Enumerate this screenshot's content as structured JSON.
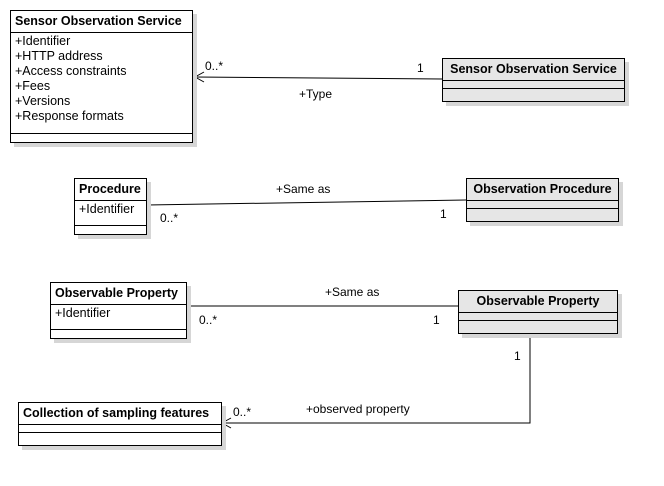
{
  "classes": {
    "sos": {
      "name": "Sensor Observation Service",
      "attributes": [
        "+Identifier",
        "+HTTP address",
        "+Access constraints",
        "+Fees",
        "+Versions",
        "+Response formats"
      ]
    },
    "sos_ext": {
      "name": "Sensor Observation Service"
    },
    "procedure": {
      "name": "Procedure",
      "attributes": [
        "+Identifier"
      ]
    },
    "obs_procedure": {
      "name": "Observation Procedure"
    },
    "obs_property": {
      "name": "Observable Property",
      "attributes": [
        "+Identifier"
      ]
    },
    "obs_property_ext": {
      "name": "Observable Property"
    },
    "collection": {
      "name": "Collection of sampling features"
    }
  },
  "associations": {
    "type": {
      "role": "+Type",
      "source_mult": "0..*",
      "target_mult": "1"
    },
    "procedure_same_as": {
      "role": "+Same as",
      "source_mult": "0..*",
      "target_mult": "1"
    },
    "property_same_as": {
      "role": "+Same as",
      "source_mult": "0..*",
      "target_mult": "1"
    },
    "observed_property": {
      "role": "+observed property",
      "source_mult": "0..*",
      "target_mult": "1"
    }
  }
}
